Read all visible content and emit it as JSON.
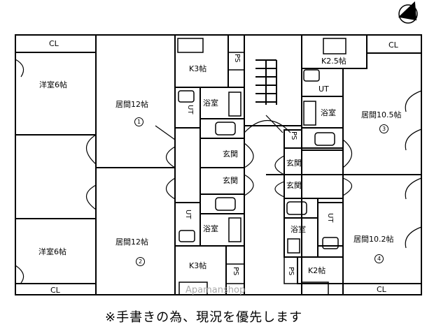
{
  "rooms": {
    "r1_western": "洋室6帖",
    "r1_closet": "CL",
    "r1_living": "居間12帖",
    "r1_kitchen": "K3帖",
    "r1_bath": "浴室",
    "r1_entry": "玄関",
    "r1_number": "1",
    "r2_western": "洋室6帖",
    "r2_closet": "CL",
    "r2_living": "居間12帖",
    "r2_kitchen": "K3帖",
    "r2_bath": "浴室",
    "r2_entry": "玄関",
    "r2_number": "2",
    "r3_kitchen": "K2.5帖",
    "r3_ut": "UT",
    "r3_closet": "CL",
    "r3_living": "居間10.5帖",
    "r3_bath": "浴室",
    "r3_entry": "玄関",
    "r3_number": "3",
    "r4_living": "居間10.2帖",
    "r4_bath": "浴室",
    "r4_kitchen": "K2帖",
    "r4_closet": "CL",
    "r4_entry": "玄関",
    "r4_number": "4"
  },
  "shafts": {
    "ps": "PS",
    "ut": "UT"
  },
  "note": "※手書きの為、現況を優先します",
  "watermark": "Apamanshop",
  "compass_icon": "north-arrow-icon"
}
